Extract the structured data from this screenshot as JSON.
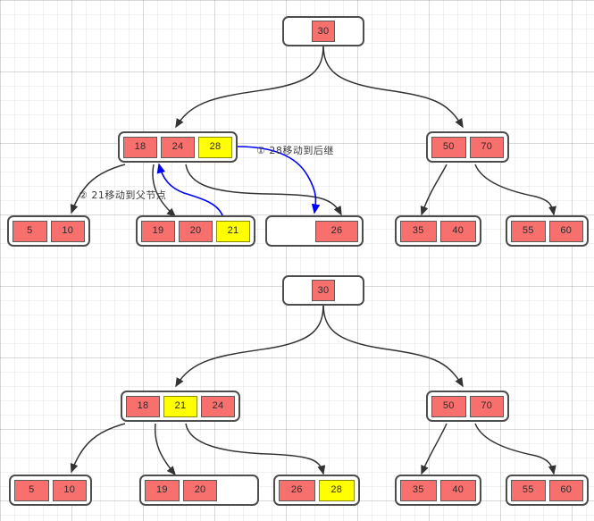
{
  "diagram": {
    "title": "B-tree deletion step diagram",
    "colors": {
      "key_red": "#f8706d",
      "key_highlight_yellow": "#ffff00",
      "node_border": "#4d4d4d",
      "edge_black": "#333333",
      "edge_blue": "#0000ff",
      "grid_line": "#e6e6e6",
      "text": "#2b2b2b"
    },
    "annotations": [
      {
        "id": "note-1",
        "label": "① 28移动到后继"
      },
      {
        "id": "note-2",
        "label": "② 21移动到父节点"
      }
    ],
    "upper_tree": {
      "name": "before-state",
      "root": {
        "name": "root-node-30",
        "cells": [
          {
            "value": "30",
            "style": "red"
          }
        ]
      },
      "internal": [
        {
          "name": "internal-node-18-24-28",
          "cells": [
            {
              "value": "18",
              "style": "red"
            },
            {
              "value": "24",
              "style": "red"
            },
            {
              "value": "28",
              "style": "yellow"
            }
          ]
        },
        {
          "name": "internal-node-50-70",
          "cells": [
            {
              "value": "50",
              "style": "red"
            },
            {
              "value": "70",
              "style": "red"
            }
          ]
        }
      ],
      "leaves": [
        {
          "name": "leaf-node-5-10",
          "cells": [
            {
              "value": "5",
              "style": "red"
            },
            {
              "value": "10",
              "style": "red"
            }
          ]
        },
        {
          "name": "leaf-node-19-20-21",
          "cells": [
            {
              "value": "19",
              "style": "red"
            },
            {
              "value": "20",
              "style": "red"
            },
            {
              "value": "21",
              "style": "yellow"
            }
          ]
        },
        {
          "name": "leaf-node-26",
          "cells": [
            {
              "value": "",
              "style": "empty"
            },
            {
              "value": "26",
              "style": "red"
            }
          ]
        },
        {
          "name": "leaf-node-35-40",
          "cells": [
            {
              "value": "35",
              "style": "red"
            },
            {
              "value": "40",
              "style": "red"
            }
          ]
        },
        {
          "name": "leaf-node-55-60",
          "cells": [
            {
              "value": "55",
              "style": "red"
            },
            {
              "value": "60",
              "style": "red"
            }
          ]
        }
      ]
    },
    "lower_tree": {
      "name": "after-state",
      "root": {
        "name": "root-node-30",
        "cells": [
          {
            "value": "30",
            "style": "red"
          }
        ]
      },
      "internal": [
        {
          "name": "internal-node-18-21-24",
          "cells": [
            {
              "value": "18",
              "style": "red"
            },
            {
              "value": "21",
              "style": "yellow"
            },
            {
              "value": "24",
              "style": "red"
            }
          ]
        },
        {
          "name": "internal-node-50-70",
          "cells": [
            {
              "value": "50",
              "style": "red"
            },
            {
              "value": "70",
              "style": "red"
            }
          ]
        }
      ],
      "leaves": [
        {
          "name": "leaf-node-5-10",
          "cells": [
            {
              "value": "5",
              "style": "red"
            },
            {
              "value": "10",
              "style": "red"
            }
          ]
        },
        {
          "name": "leaf-node-19-20",
          "cells": [
            {
              "value": "19",
              "style": "red"
            },
            {
              "value": "20",
              "style": "red"
            },
            {
              "value": "",
              "style": "empty"
            }
          ]
        },
        {
          "name": "leaf-node-26-28",
          "cells": [
            {
              "value": "26",
              "style": "red"
            },
            {
              "value": "28",
              "style": "yellow"
            }
          ]
        },
        {
          "name": "leaf-node-35-40",
          "cells": [
            {
              "value": "35",
              "style": "red"
            },
            {
              "value": "40",
              "style": "red"
            }
          ]
        },
        {
          "name": "leaf-node-55-60",
          "cells": [
            {
              "value": "55",
              "style": "red"
            },
            {
              "value": "60",
              "style": "red"
            }
          ]
        }
      ]
    }
  }
}
